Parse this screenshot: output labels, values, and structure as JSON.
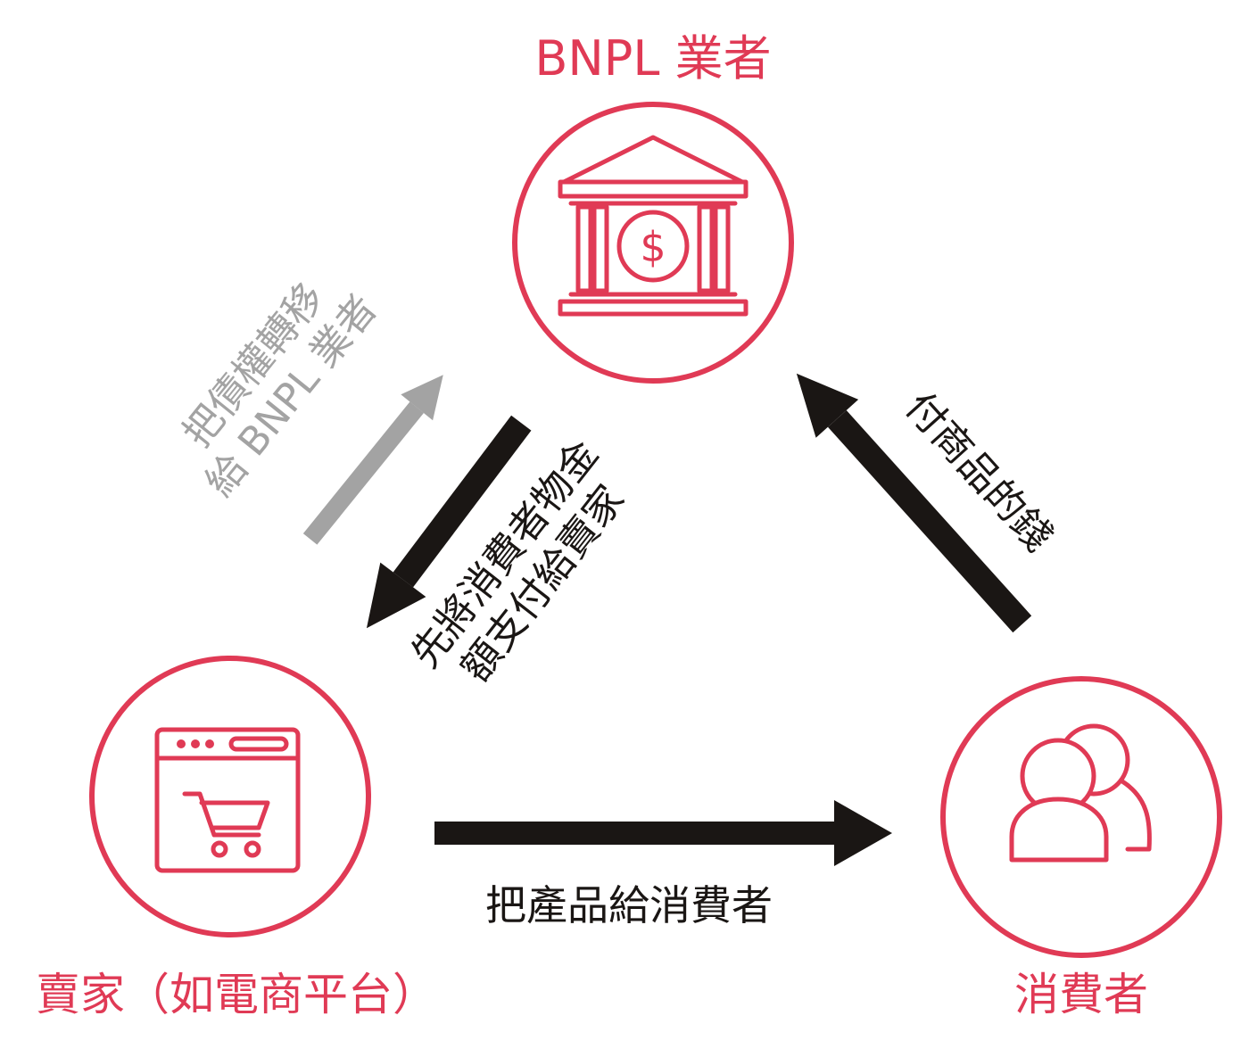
{
  "colors": {
    "accent": "#e03a55",
    "arrow_dark": "#1a1614",
    "arrow_gray": "#a3a3a3",
    "text_dark": "#1a1614",
    "text_gray": "#a3a3a3"
  },
  "nodes": {
    "bnpl": {
      "label": "BNPL 業者",
      "icon": "bank-dollar-icon",
      "dollar_symbol": "$"
    },
    "seller": {
      "label": "賣家（如電商平台）",
      "icon": "online-shop-cart-icon"
    },
    "consumer": {
      "label": "消費者",
      "icon": "users-icon"
    }
  },
  "flows": {
    "debt_transfer": {
      "line1": "把債權轉移",
      "line2": "給 BNPL 業者",
      "from": "seller",
      "to": "bnpl"
    },
    "advance_payment": {
      "line1": "先將消費者物金",
      "line2": "額支付給賣家",
      "from": "bnpl",
      "to": "seller"
    },
    "pay_goods": {
      "line1": "付商品的錢",
      "from": "consumer",
      "to": "bnpl"
    },
    "give_product": {
      "line1": "把產品給消費者",
      "from": "seller",
      "to": "consumer"
    }
  }
}
